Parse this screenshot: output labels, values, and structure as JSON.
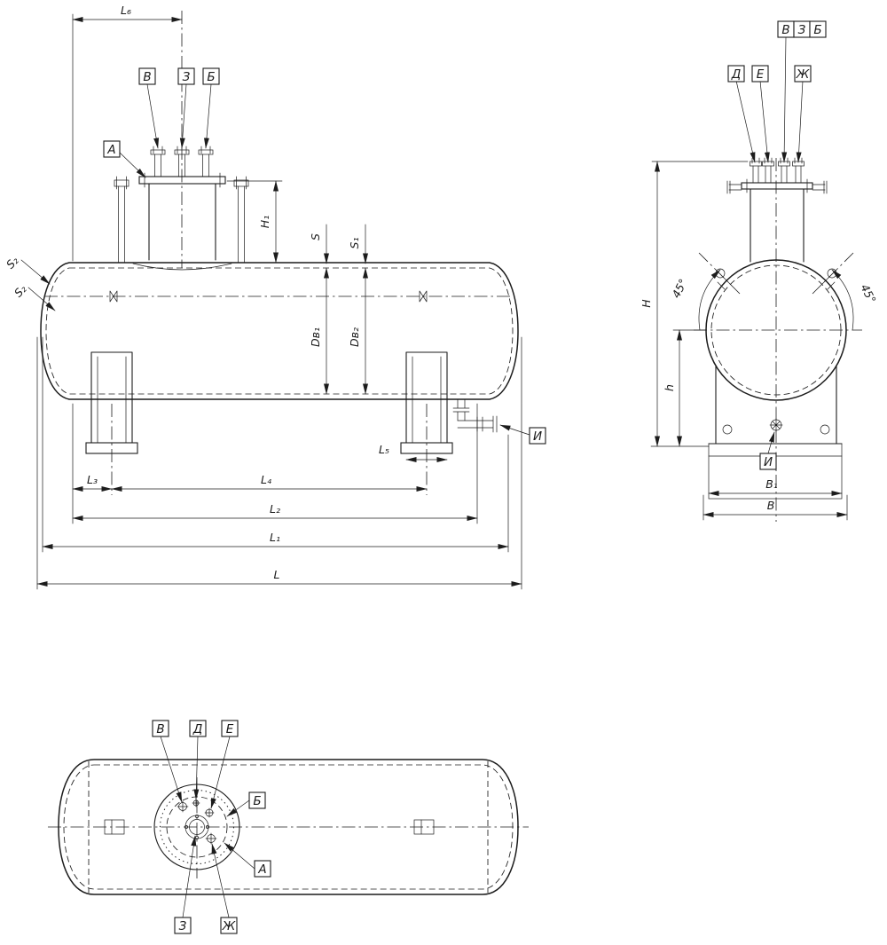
{
  "colors": {
    "ink": "#1c1c1c",
    "paper": "#ffffff"
  },
  "front": {
    "callouts": {
      "V": "В",
      "Z": "З",
      "B": "Б",
      "A": "А",
      "I": "И"
    },
    "dims": {
      "L6": "L₆",
      "H1": "H₁",
      "S": "S",
      "S1": "S₁",
      "S2a": "S₂",
      "S2b": "S₂",
      "Dv1": "Dв₁",
      "Dv2": "Dв₂",
      "L5": "L₅",
      "L3": "L₃",
      "L4": "L₄",
      "L2": "L₂",
      "L1": "L₁",
      "L": "L"
    }
  },
  "end": {
    "callouts": {
      "V": "В",
      "Z": "З",
      "B": "Б",
      "D": "Д",
      "E": "Е",
      "Zh": "Ж",
      "I": "И"
    },
    "dims": {
      "H": "H",
      "h": "h",
      "angle_left": "45°",
      "angle_right": "45°",
      "B1": "B₁",
      "B": "B"
    }
  },
  "top": {
    "callouts": {
      "V": "В",
      "D": "Д",
      "E": "Е",
      "B": "Б",
      "A": "А",
      "Z": "З",
      "Zh": "Ж"
    }
  }
}
